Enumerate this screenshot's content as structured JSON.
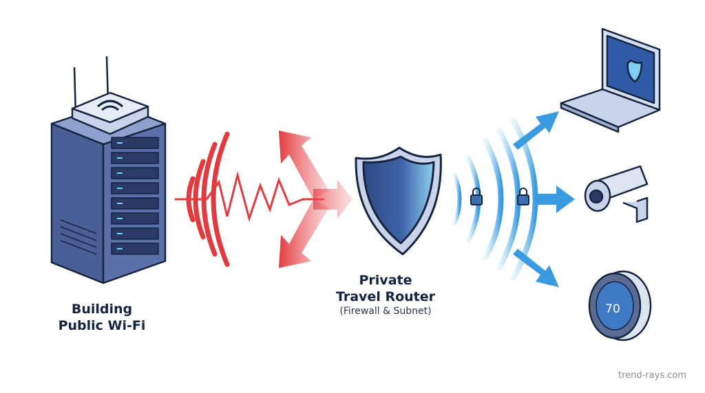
{
  "labels": {
    "public_wifi": [
      "Building",
      "Public Wi-Fi"
    ],
    "router": [
      "Private",
      "Travel Router"
    ],
    "router_sub": "(Firewall & Subnet)"
  },
  "thermostat_reading": "70",
  "watermark": "trend-rays.com",
  "icons": [
    "server-tower-icon",
    "wifi-router-icon",
    "threat-signal-icon",
    "shield-icon",
    "lock-icon",
    "laptop-icon",
    "security-camera-icon",
    "thermostat-icon"
  ],
  "colors": {
    "threat": "#e23b3f",
    "secure": "#3a9be0",
    "outline": "#14233f",
    "server": "#4a5f95"
  }
}
